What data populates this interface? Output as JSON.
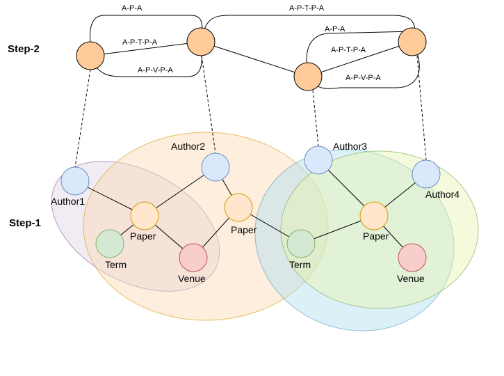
{
  "step_labels": {
    "step2": "Step-2",
    "step1": "Step-1"
  },
  "colors": {
    "author": "#dae8fc",
    "author_stroke": "#6c8ebf",
    "paper": "#ffe6cc",
    "paper_stroke": "#d79b00",
    "term": "#d5e8d4",
    "term_stroke": "#82b366",
    "venue": "#f8cecc",
    "venue_stroke": "#b85450",
    "meta_node": "#ffcc99",
    "meta_stroke": "#000000",
    "region_purple": "#e1d5e7",
    "region_orange": "#fad9b5",
    "region_blue": "#b1ddf0",
    "region_yellow": "#e6f3b0"
  },
  "graph": {
    "nodes": {
      "author1": "Author1",
      "author2": "Author2",
      "author3": "Author3",
      "author4": "Author4",
      "paper1": "Paper",
      "paper2": "Paper",
      "paper3": "Paper",
      "term1": "Term",
      "term2": "Term",
      "venue1": "Venue",
      "venue2": "Venue"
    }
  },
  "meta_paths": {
    "apa_left": "A-P-A",
    "aptpa_left": "A-P-T-P-A",
    "apvpa_left": "A-P-V-P-A",
    "aptpa_top": "A-P-T-P-A",
    "apa_right": "A-P-A",
    "aptpa_right": "A-P-T-P-A",
    "apvpa_right": "A-P-V-P-A"
  }
}
